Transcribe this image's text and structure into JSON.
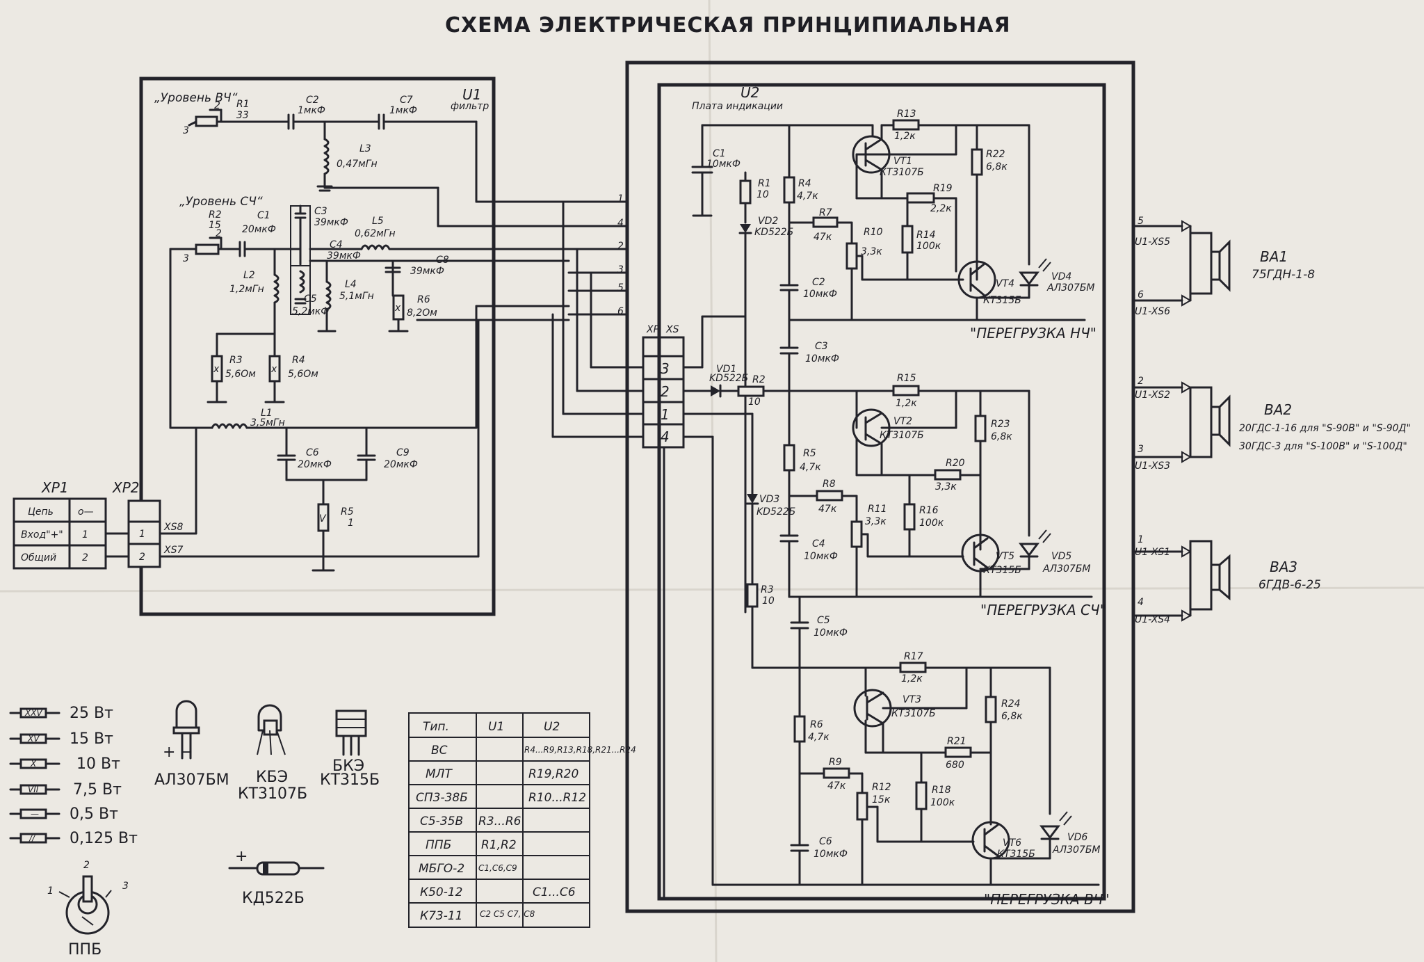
{
  "title": "СХЕМА ЭЛЕКТРИЧЕСКАЯ ПРИНЦИПИАЛЬНАЯ",
  "u1": {
    "name": "U1",
    "sub": "фильтр",
    "level_hf": "„Уровень ВЧ“",
    "level_mf": "„Уровень СЧ“",
    "components": [
      {
        "ref": "R1",
        "value": "33"
      },
      {
        "ref": "C2",
        "value": "1мкФ"
      },
      {
        "ref": "C7",
        "value": "1мкФ"
      },
      {
        "ref": "L3",
        "value": "0,47мГн"
      },
      {
        "ref": "R2",
        "value": "15"
      },
      {
        "ref": "C1",
        "value": "20мкФ"
      },
      {
        "ref": "C3",
        "value": "39мкФ"
      },
      {
        "ref": "L5",
        "value": "0,62мГн"
      },
      {
        "ref": "C4",
        "value": "39мкФ"
      },
      {
        "ref": "C8",
        "value": "39мкФ"
      },
      {
        "ref": "L2",
        "value": "1,2мГн"
      },
      {
        "ref": "C5",
        "value": "5,2мкФ"
      },
      {
        "ref": "L4",
        "value": "5,1мГн"
      },
      {
        "ref": "R6",
        "value": "8,2Ом"
      },
      {
        "ref": "R3",
        "value": "5,6Ом"
      },
      {
        "ref": "R4",
        "value": "5,6Ом"
      },
      {
        "ref": "L1",
        "value": "3,5мГн"
      },
      {
        "ref": "C6",
        "value": "20мкФ"
      },
      {
        "ref": "C9",
        "value": "20мкФ"
      },
      {
        "ref": "R5",
        "value": "1"
      }
    ],
    "pins": [
      "1",
      "4",
      "2",
      "3",
      "5",
      "6"
    ],
    "pot_pins": [
      "2",
      "3",
      "2",
      "3"
    ]
  },
  "u2": {
    "name": "U2",
    "sub": "Плата индикации",
    "components": [
      {
        "ref": "C1",
        "value": "10мкФ"
      },
      {
        "ref": "R1",
        "value": "10"
      },
      {
        "ref": "R4",
        "value": "4,7к"
      },
      {
        "ref": "VD2",
        "value": "KD522Б"
      },
      {
        "ref": "R7",
        "value": "47к"
      },
      {
        "ref": "R10",
        "value": "3,3к"
      },
      {
        "ref": "C2",
        "value": "10мкФ"
      },
      {
        "ref": "R13",
        "value": "1,2к"
      },
      {
        "ref": "VT1",
        "value": "КТ3107Б"
      },
      {
        "ref": "R22",
        "value": "6,8к"
      },
      {
        "ref": "R19",
        "value": "2,2к"
      },
      {
        "ref": "R14",
        "value": "100к"
      },
      {
        "ref": "VT4",
        "value": "КТ315Б"
      },
      {
        "ref": "VD4",
        "value": "АЛ307БМ"
      },
      {
        "ref": "C3",
        "value": "10мкФ"
      },
      {
        "ref": "VD1",
        "value": "KD522Б"
      },
      {
        "ref": "R2",
        "value": "10"
      },
      {
        "ref": "R15",
        "value": "1,2к"
      },
      {
        "ref": "VT2",
        "value": "КТ3107Б"
      },
      {
        "ref": "R23",
        "value": "6,8к"
      },
      {
        "ref": "R5",
        "value": "4,7к"
      },
      {
        "ref": "R20",
        "value": "3,3к"
      },
      {
        "ref": "VD3",
        "value": "KD522Б"
      },
      {
        "ref": "R8",
        "value": "47к"
      },
      {
        "ref": "R11",
        "value": "3,3к"
      },
      {
        "ref": "R16",
        "value": "100к"
      },
      {
        "ref": "VT5",
        "value": "КТ315Б"
      },
      {
        "ref": "VD5",
        "value": "АЛ307БМ"
      },
      {
        "ref": "C4",
        "value": "10мкФ"
      },
      {
        "ref": "R3",
        "value": "10"
      },
      {
        "ref": "C5",
        "value": "10мкФ"
      },
      {
        "ref": "R17",
        "value": "1,2к"
      },
      {
        "ref": "VT3",
        "value": "КТ3107Б"
      },
      {
        "ref": "R24",
        "value": "6,8к"
      },
      {
        "ref": "R6",
        "value": "4,7к"
      },
      {
        "ref": "R21",
        "value": "680"
      },
      {
        "ref": "R9",
        "value": "47к"
      },
      {
        "ref": "R12",
        "value": "15к"
      },
      {
        "ref": "R18",
        "value": "100к"
      },
      {
        "ref": "VT6",
        "value": "КТ315Б"
      },
      {
        "ref": "VD6",
        "value": "АЛ307БМ"
      },
      {
        "ref": "C6",
        "value": "10мкФ"
      }
    ],
    "labels": {
      "lf": "\"ПЕРЕГРУЗКА НЧ\"",
      "mf": "\"ПЕРЕГРУЗКА СЧ\"",
      "hf": "\"ПЕРЕГРУЗКА ВЧ\""
    }
  },
  "connector": {
    "xp": "XP",
    "xs": "XS",
    "pins": [
      "3",
      "2",
      "1",
      "4"
    ]
  },
  "input": {
    "xp1": "XP1",
    "xp2": "XP2",
    "rows": [
      {
        "label": "Цепь",
        "num": "o—"
      },
      {
        "label": "Вход\"+\"",
        "num": "1"
      },
      {
        "label": "Общий",
        "num": "2"
      }
    ],
    "xp2_pins": [
      "1",
      "2"
    ],
    "xs8": "XS8",
    "xs7": "XS7"
  },
  "speakers": [
    {
      "ref": "BA1",
      "model": "75ГДН-1-8",
      "extra": "",
      "pins": [
        {
          "n": "5",
          "xs": "U1-XS5"
        },
        {
          "n": "6",
          "xs": "U1-XS6"
        }
      ]
    },
    {
      "ref": "BA2",
      "model": "20ГДС-1-16 для \"S-90В\" и \"S-90Д\"",
      "extra": "30ГДС-3 для \"S-100В\" и \"S-100Д\"",
      "pins": [
        {
          "n": "2",
          "xs": "U1-XS2"
        },
        {
          "n": "3",
          "xs": "U1-XS3"
        }
      ]
    },
    {
      "ref": "BA3",
      "model": "6ГДВ-6-25",
      "extra": "",
      "pins": [
        {
          "n": "1",
          "xs": "U1-XS1"
        },
        {
          "n": "4",
          "xs": "U1-XS4"
        }
      ]
    }
  ],
  "power_legend": [
    {
      "sym": "XXV",
      "label": "25 Вт"
    },
    {
      "sym": "XV",
      "label": "15 Вт"
    },
    {
      "sym": "X",
      "label": "10 Вт"
    },
    {
      "sym": "VII",
      "label": "7,5 Вт"
    },
    {
      "sym": "—",
      "label": "0,5 Вт"
    },
    {
      "sym": "//",
      "label": "0,125 Вт"
    }
  ],
  "packages": {
    "led": {
      "pins": "+   −",
      "name": "АЛ307БМ"
    },
    "vt3107": {
      "pins": "КБЭ",
      "name": "КТ3107Б"
    },
    "vt315": {
      "pins": "БКЭ",
      "name": "КТ315Б"
    },
    "diode": {
      "plus": "+",
      "name": "КД522Б"
    },
    "pot": {
      "pins": [
        "1",
        "2",
        "3"
      ],
      "name": "ППБ"
    }
  },
  "table": {
    "headers": [
      "Тип.",
      "U1",
      "U2"
    ],
    "rows": [
      [
        "ВС",
        "",
        "R4...R9,R13,R18,R21...R24"
      ],
      [
        "МЛТ",
        "",
        "R19,R20"
      ],
      [
        "СП3-38Б",
        "",
        "R10...R12"
      ],
      [
        "С5-35В",
        "R3...R6",
        ""
      ],
      [
        "ППБ",
        "R1,R2",
        ""
      ],
      [
        "МБГО-2",
        "C1,C6,C9",
        ""
      ],
      [
        "К50-12",
        "",
        "C1...C6"
      ],
      [
        "К73-11",
        "C2 C5 C7, C8",
        ""
      ]
    ]
  }
}
